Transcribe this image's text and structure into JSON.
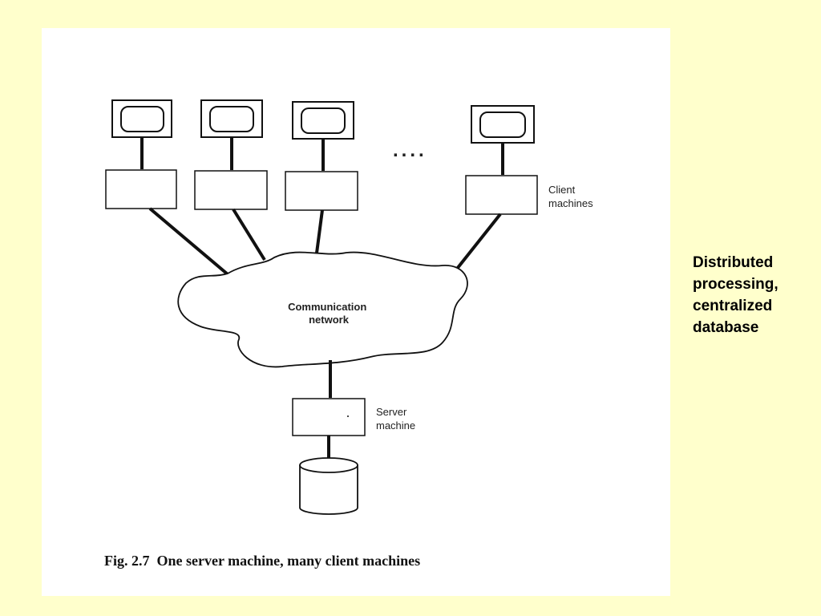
{
  "diagram": {
    "ellipsis": "....",
    "client_label_lines": [
      "Client",
      "machines"
    ],
    "network_label_lines": [
      "Communication",
      "network"
    ],
    "server_label_lines": [
      "Server",
      "machine"
    ],
    "caption": "Fig. 2.7  One server machine, many client machines"
  },
  "side_note_lines": [
    "Distributed",
    "processing,",
    "centralized",
    "database"
  ],
  "colors": {
    "background": "#ffffcc",
    "panel": "#ffffff",
    "ink": "#111111"
  },
  "icons": [
    "monitor-icon",
    "computer-box",
    "cloud-network",
    "database-cylinder-icon"
  ]
}
